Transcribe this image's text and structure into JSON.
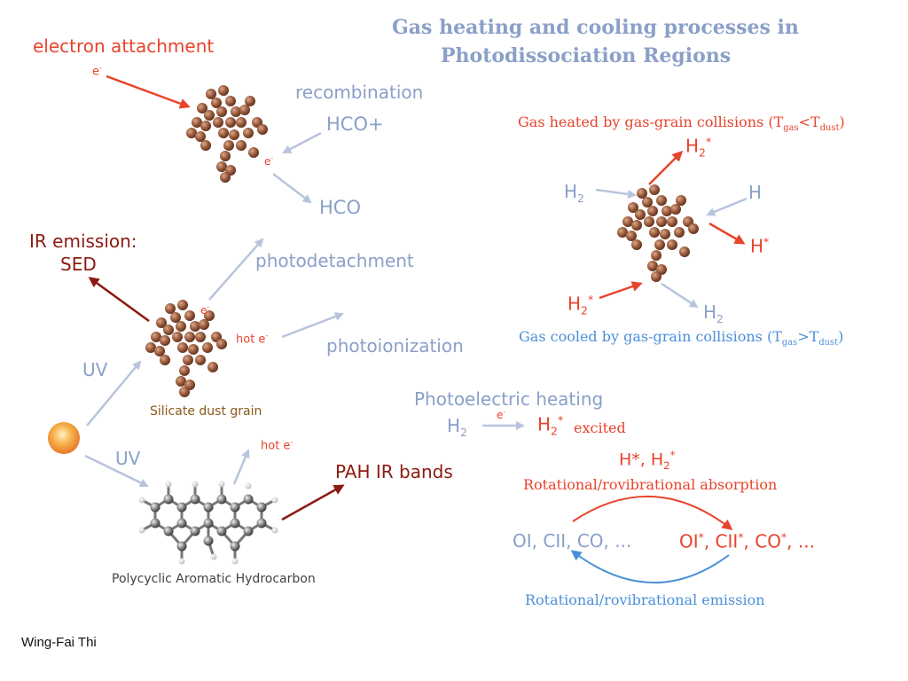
{
  "title": {
    "line1": "Gas heating and cooling processes in",
    "line2": "Photodissociation Regions"
  },
  "left": {
    "electron_attachment": "electron attachment",
    "e_top": "e",
    "e_sup": "-",
    "recombination": "recombination",
    "hco_plus": "HCO+",
    "e_grain": "e",
    "hco": "HCO",
    "ir_emission_1": "IR emission:",
    "ir_emission_2": "SED",
    "photodetachment": "photodetachment",
    "e_grain2": "e",
    "hot_e": "hot e",
    "photoionization": "photoionization",
    "uv_top": "UV",
    "silicate": "Silicate dust grain",
    "uv_bottom": "UV",
    "hot_e_pah": "hot e",
    "pah_bands": "PAH IR bands",
    "pah_name": "Polycyclic Aromatic Hydrocarbon"
  },
  "right": {
    "heated_title": "Gas heated by gas-grain collisions (T",
    "heated_sub1": "gas",
    "heated_mid": "<T",
    "heated_sub2": "dust",
    "heated_end": ")",
    "h2_top_star": "H",
    "h2_left": "H",
    "h_right": "H",
    "h_star": "H",
    "h2_star_bottom": "H",
    "h2_bottom": "H",
    "cooled_title": "Gas cooled by gas-grain collisions (T",
    "cooled_sub1": "gas",
    "cooled_mid": ">T",
    "cooled_sub2": "dust",
    "cooled_end": ")",
    "photoelectric": "Photoelectric heating",
    "pe_h2": "H",
    "pe_e": "e",
    "pe_h2star": "H",
    "pe_excited": "excited",
    "hstar_h2star": "H*, H",
    "rot_absorption": "Rotational/rovibrational absorption",
    "species_left": "OI, CII, CO, ...",
    "species_right_a": "OI",
    "species_right_b": ", CII",
    "species_right_c": ", CO",
    "species_right_d": ", ...",
    "rot_emission": "Rotational/rovibrational emission"
  },
  "author": "Wing-Fai Thi",
  "colors": {
    "blue": "#8aa0c8",
    "red": "#e8432b",
    "dark_red": "#8b1a10",
    "brown_grain": "#9a5a3c",
    "light_blue": "#4a90d9"
  }
}
